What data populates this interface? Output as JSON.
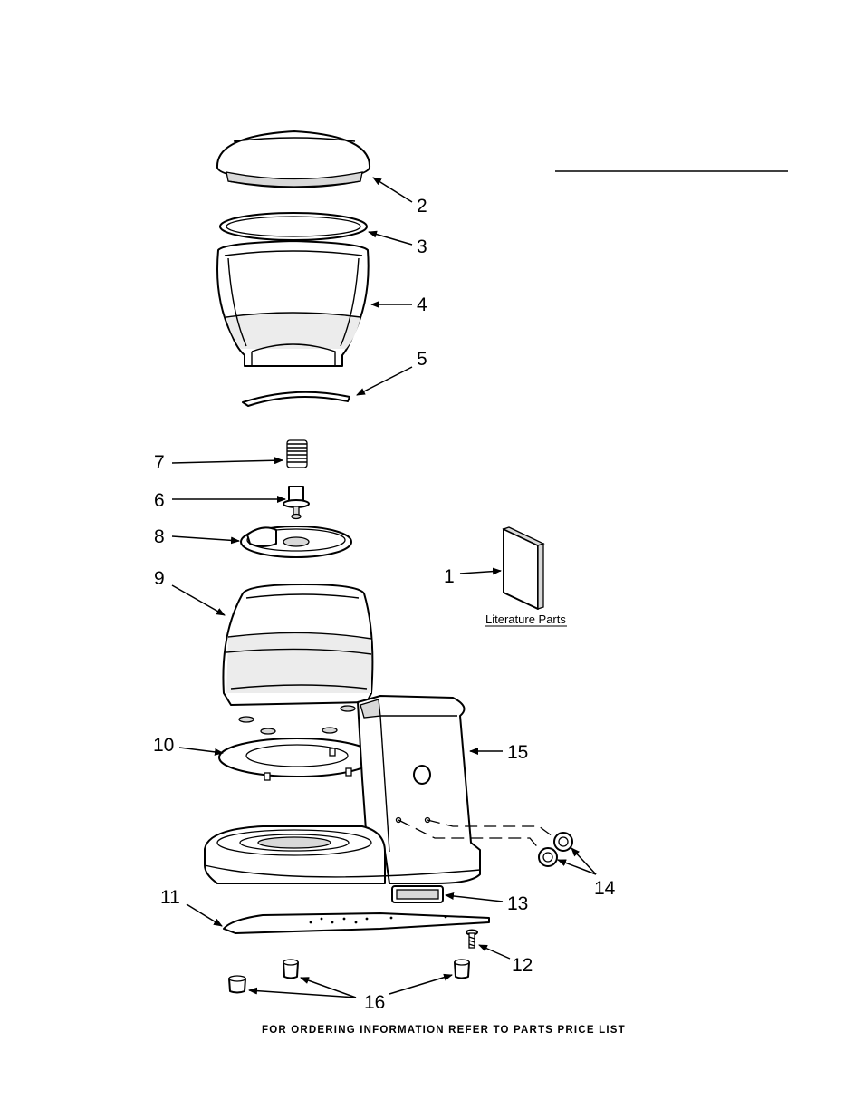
{
  "header": {
    "title_line": ""
  },
  "callouts": {
    "c1": "1",
    "c2": "2",
    "c3": "3",
    "c4": "4",
    "c5": "5",
    "c6": "6",
    "c7": "7",
    "c8": "8",
    "c9": "9",
    "c10": "10",
    "c11": "11",
    "c12": "12",
    "c13": "13",
    "c14": "14",
    "c15": "15",
    "c16": "16"
  },
  "literature": {
    "label": "Literature Parts"
  },
  "footer": {
    "text": "FOR ORDERING INFORMATION REFER TO PARTS PRICE LIST"
  }
}
